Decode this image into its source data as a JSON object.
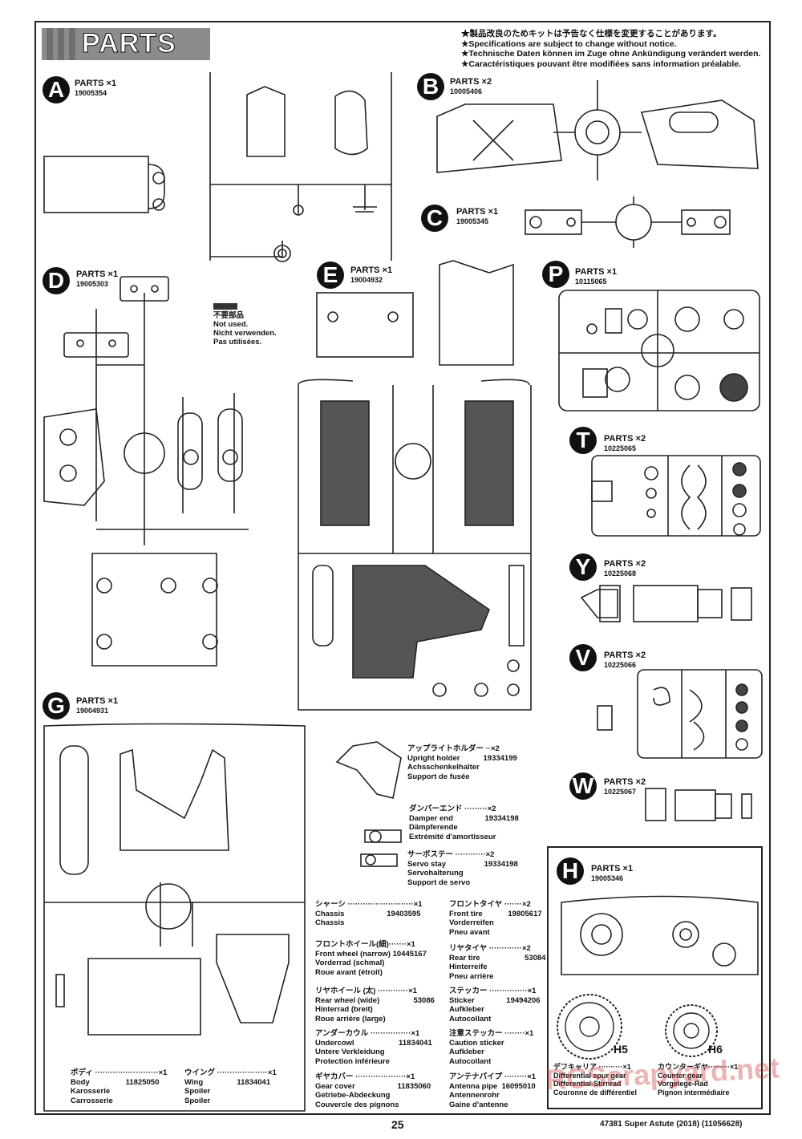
{
  "header": {
    "title": "PARTS",
    "notes": [
      "★製品改良のためキットは予告なく仕様を変更することがあります。",
      "★Specifications are subject to change without notice.",
      "★Technische Daten können im Zuge ohne Ankündigung verändert werden.",
      "★Caractéristiques pouvant être modifiées sans information préalable."
    ]
  },
  "trees": {
    "A": {
      "letter": "A",
      "qty": "PARTS ×1",
      "code": "19005354"
    },
    "B": {
      "letter": "B",
      "qty": "PARTS ×2",
      "code": "10005406"
    },
    "C": {
      "letter": "C",
      "qty": "PARTS ×1",
      "code": "19005345"
    },
    "D": {
      "letter": "D",
      "qty": "PARTS ×1",
      "code": "19005303"
    },
    "E": {
      "letter": "E",
      "qty": "PARTS ×1",
      "code": "19004932"
    },
    "P": {
      "letter": "P",
      "qty": "PARTS ×1",
      "code": "10115065"
    },
    "T": {
      "letter": "T",
      "qty": "PARTS ×2",
      "code": "10225065"
    },
    "Y": {
      "letter": "Y",
      "qty": "PARTS ×2",
      "code": "10225068"
    },
    "V": {
      "letter": "V",
      "qty": "PARTS ×2",
      "code": "10225066"
    },
    "G": {
      "letter": "G",
      "qty": "PARTS ×1",
      "code": "19004931"
    },
    "W": {
      "letter": "W",
      "qty": "PARTS ×2",
      "code": "10225067"
    },
    "H": {
      "letter": "H",
      "qty": "PARTS ×1",
      "code": "19005346"
    }
  },
  "not_used": {
    "jp": "不要部品",
    "en": "Not used.",
    "de": "Nicht verwenden.",
    "fr": "Pas utilisées."
  },
  "extras": [
    {
      "jp": "アップライトホルダー ··×2",
      "en": "Upright holder",
      "code": "19334199",
      "de": "Achsschenkelhalter",
      "fr": "Support de fusée"
    },
    {
      "jp": "ダンパーエンド ·········×2",
      "en": "Damper end",
      "code": "19334198",
      "de": "Dämpferende",
      "fr": "Extrémité d'amortisseur"
    },
    {
      "jp": "サーボステー ············×2",
      "en": "Servo stay",
      "code": "19334198",
      "de": "Servohalterung",
      "fr": "Support de servo"
    }
  ],
  "list_col1": [
    {
      "jp": "シャーシ ··························×1",
      "en": "Chassis",
      "code": "19403595",
      "de": "Chassis",
      "fr": ""
    },
    {
      "jp": "フロントホイール(細)·······×1",
      "en": "Front wheel (narrow)",
      "code": "10445167",
      "de": "Vorderrad (schmal)",
      "fr": "Roue avant (étroit)"
    },
    {
      "jp": "リヤホイール (太) ············×1",
      "en": "Rear wheel (wide)",
      "code": "53086",
      "de": "Hinterrad (breit)",
      "fr": "Roue arrière (large)"
    },
    {
      "jp": "アンダーカウル ················×1",
      "en": "Undercowl",
      "code": "11834041",
      "de": "Untere Verkleidung",
      "fr": "Protection inférieure"
    },
    {
      "jp": "ギヤカバー ····················×1",
      "en": "Gear cover",
      "code": "11835060",
      "de": "Getriebe-Abdeckung",
      "fr": "Couvercle des pignons"
    }
  ],
  "list_col2": [
    {
      "jp": "フロントタイヤ ·······×2",
      "en": "Front tire",
      "code": "19805617",
      "de": "Vorderreifen",
      "fr": "Pneu avant"
    },
    {
      "jp": "リヤタイヤ ·············×2",
      "en": "Rear tire",
      "code": "53084",
      "de": "Hinterreife",
      "fr": "Pneu arrière"
    },
    {
      "jp": "ステッカー ···············×1",
      "en": "Sticker",
      "code": "19494206",
      "de": "Aufkleber",
      "fr": "Autocollant"
    },
    {
      "jp": "注意ステッカー ········×1",
      "en": "Caution sticker",
      "code": "",
      "de": "Aufkleber",
      "fr": "Autocollant"
    },
    {
      "jp": "アンテナパイプ ·········×1",
      "en": "Antenna pipe",
      "code": "16095010",
      "de": "Antennenrohr",
      "fr": "Gaine d'antenne"
    }
  ],
  "list_bottom": [
    {
      "jp": "ボディ ·························×1",
      "en": "Body",
      "code": "11825050",
      "de": "Karosserie",
      "fr": "Carrosserie"
    },
    {
      "jp": "ウイング ····················×1",
      "en": "Wing",
      "code": "11834041",
      "de": "Spoiler",
      "fr": "Spoiler"
    }
  ],
  "h_gears": [
    {
      "label": "H5",
      "jp": "デフキャリア ··········×1",
      "en": "Differential spur gear",
      "de": "Differential-Stirnrad",
      "fr": "Couronne de différentiel"
    },
    {
      "label": "H6",
      "jp": "カウンターギヤ·········×1",
      "en": "Counter gear",
      "de": "Vorgelege-Rad",
      "fr": "Pignon intermédiaire"
    }
  ],
  "footer": {
    "page": "25",
    "model": "47381 Super Astute (2018) (11056628)"
  },
  "watermark": "RCScrapyard.net"
}
